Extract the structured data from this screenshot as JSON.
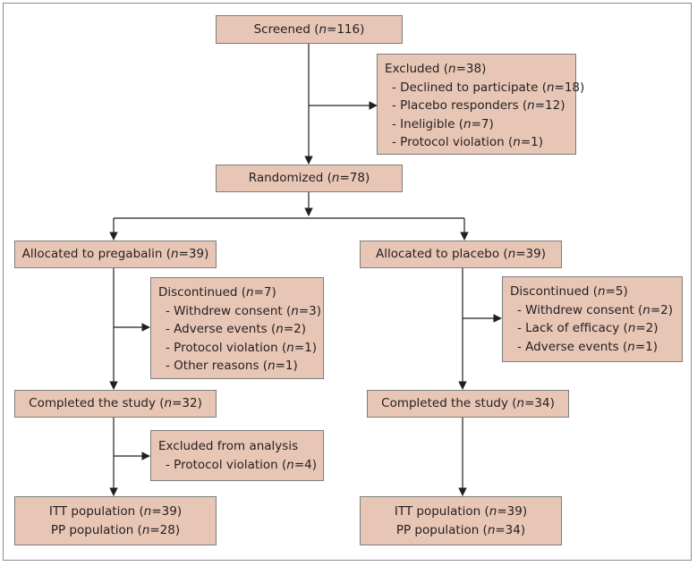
{
  "screened": {
    "label": "Screened (",
    "n": "n",
    "value": "=116)"
  },
  "excluded": {
    "title": {
      "label": "Excluded (",
      "n": "n",
      "value": "=38)"
    },
    "items": [
      {
        "label": "- Declined to participate (",
        "n": "n",
        "value": "=18)"
      },
      {
        "label": "- Placebo responders (",
        "n": "n",
        "value": "=12)"
      },
      {
        "label": "- Ineligible (",
        "n": "n",
        "value": "=7)"
      },
      {
        "label": "- Protocol violation (",
        "n": "n",
        "value": "=1)"
      }
    ]
  },
  "randomized": {
    "label": "Randomized (",
    "n": "n",
    "value": "=78)"
  },
  "pregabalin": {
    "allocated": {
      "label": "Allocated to pregabalin (",
      "n": "n",
      "value": "=39)"
    },
    "discontinued": {
      "title": {
        "label": "Discontinued (",
        "n": "n",
        "value": "=7)"
      },
      "items": [
        {
          "label": "- Withdrew consent (",
          "n": "n",
          "value": "=3)"
        },
        {
          "label": "- Adverse events (",
          "n": "n",
          "value": "=2)"
        },
        {
          "label": "- Protocol violation (",
          "n": "n",
          "value": "=1)"
        },
        {
          "label": "- Other reasons (",
          "n": "n",
          "value": "=1)"
        }
      ]
    },
    "completed": {
      "label": "Completed the study (",
      "n": "n",
      "value": "=32)"
    },
    "excluded_analysis": {
      "title": "Excluded from analysis",
      "items": [
        {
          "label": "- Protocol violation (",
          "n": "n",
          "value": "=4)"
        }
      ]
    },
    "itt": {
      "label": "ITT population (",
      "n": "n",
      "value": "=39)"
    },
    "pp": {
      "label": "PP population (",
      "n": "n",
      "value": "=28)"
    }
  },
  "placebo": {
    "allocated": {
      "label": "Allocated to placebo (",
      "n": "n",
      "value": "=39)"
    },
    "discontinued": {
      "title": {
        "label": "Discontinued (",
        "n": "n",
        "value": "=5)"
      },
      "items": [
        {
          "label": "- Withdrew consent (",
          "n": "n",
          "value": "=2)"
        },
        {
          "label": "- Lack of efficacy (",
          "n": "n",
          "value": "=2)"
        },
        {
          "label": "- Adverse events (",
          "n": "n",
          "value": "=1)"
        }
      ]
    },
    "completed": {
      "label": "Completed the study (",
      "n": "n",
      "value": "=34)"
    },
    "itt": {
      "label": "ITT population (",
      "n": "n",
      "value": "=39)"
    },
    "pp": {
      "label": "PP population (",
      "n": "n",
      "value": "=34)"
    }
  },
  "colors": {
    "box_fill": "#e8c6b6",
    "box_border": "#7d7d7d",
    "line": "#231f20",
    "frame": "#8c8c8c"
  }
}
